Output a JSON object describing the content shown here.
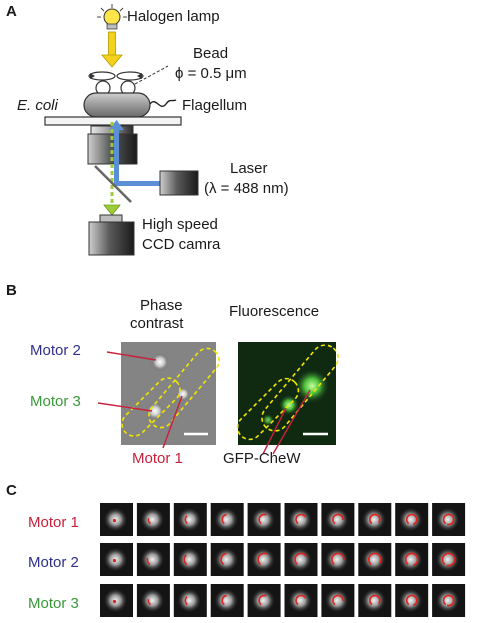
{
  "panel_a": {
    "letter": "A",
    "halogen_lamp": "Halogen lamp",
    "bead": "Bead",
    "bead_size": "ϕ = 0.5 μm",
    "ecoli": "E. coli",
    "flagellum": "Flagellum",
    "laser": "Laser",
    "laser_wavelength": "(λ = 488 nm)",
    "camera_line1": "High speed",
    "camera_line2": "CCD camra",
    "colors": {
      "lamp_arrow": "#f2d21b",
      "laser_beam": "#5b8fd6",
      "fluor_beam": "#9ccc3a"
    }
  },
  "panel_b": {
    "letter": "B",
    "phase_line1": "Phase",
    "phase_line2": "contrast",
    "fluorescence": "Fluorescence",
    "motor2": "Motor 2",
    "motor3": "Motor 3",
    "motor1": "Motor 1",
    "gfp": "GFP-CheW",
    "colors": {
      "motor1": "#c8203a",
      "motor2": "#2e2f8c",
      "motor3": "#3a9a3a",
      "outline": "#f2e600",
      "pointer": "#c8203a"
    }
  },
  "panel_c": {
    "letter": "C",
    "rows": [
      {
        "label": "Motor 1",
        "color": "#c8203a",
        "frames": 10
      },
      {
        "label": "Motor 2",
        "color": "#2e2f8c",
        "frames": 10
      },
      {
        "label": "Motor 3",
        "color": "#3a9a3a",
        "frames": 10
      }
    ],
    "trace_color": "#e0201c"
  }
}
